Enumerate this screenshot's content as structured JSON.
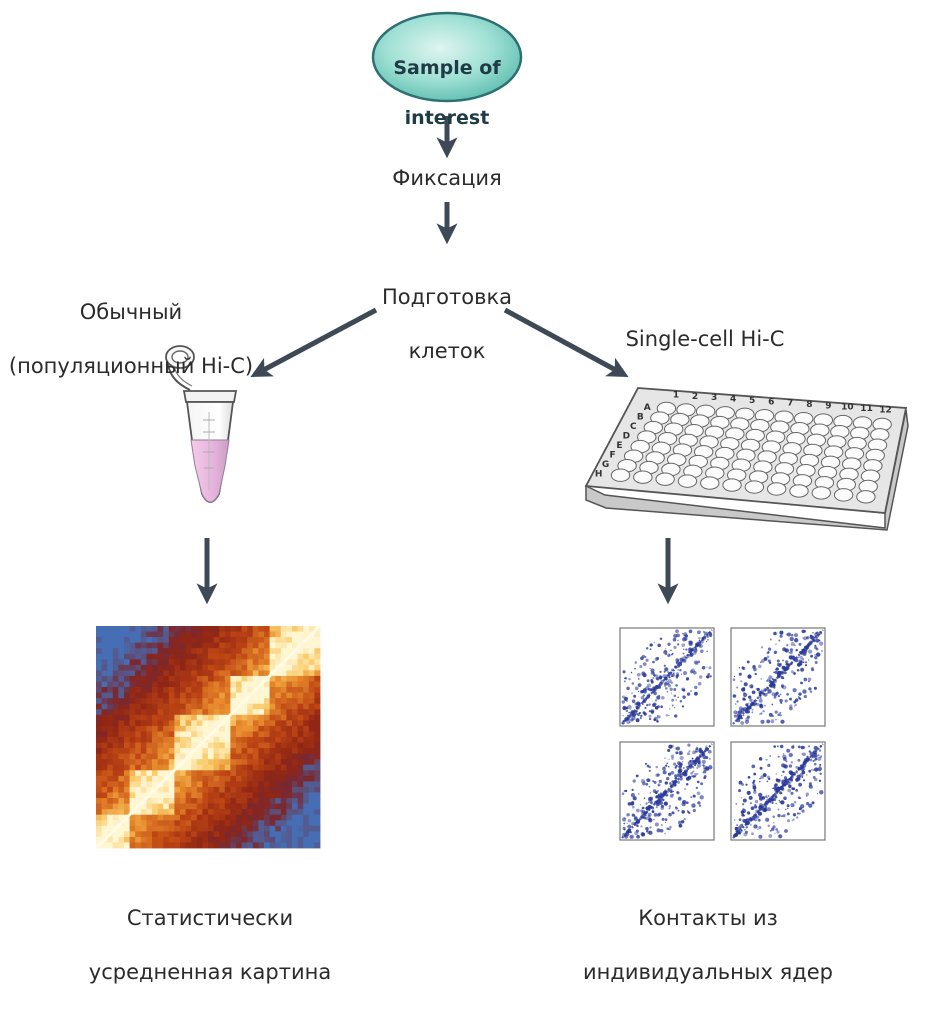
{
  "start": {
    "line1": "Sample of",
    "line2": "interest"
  },
  "steps": {
    "fixation": "Фиксация",
    "prep_line1": "Подготовка",
    "prep_line2": "клеток"
  },
  "left_branch": {
    "title_line1": "Обычный",
    "title_line2": "(популяционный Hi-C)",
    "result_line1": "Статистически",
    "result_line2": "усредненная картина"
  },
  "right_branch": {
    "title": "Single-cell Hi-C",
    "plate_rows": [
      "A",
      "B",
      "C",
      "D",
      "E",
      "F",
      "G",
      "H"
    ],
    "plate_cols": [
      "1",
      "2",
      "3",
      "4",
      "5",
      "6",
      "7",
      "8",
      "9",
      "10",
      "11",
      "12"
    ],
    "result_line1": "Контакты из",
    "result_line2": "индивидуальных ядер"
  },
  "colors": {
    "arrow": "#3d4a55",
    "ellipse_fill": "#6fcdbf",
    "ellipse_stroke": "#2d6f73",
    "heatmap_low": "#8a1c12",
    "heatmap_high": "#fff6c8",
    "sc_dots": "#2a3a9a"
  }
}
